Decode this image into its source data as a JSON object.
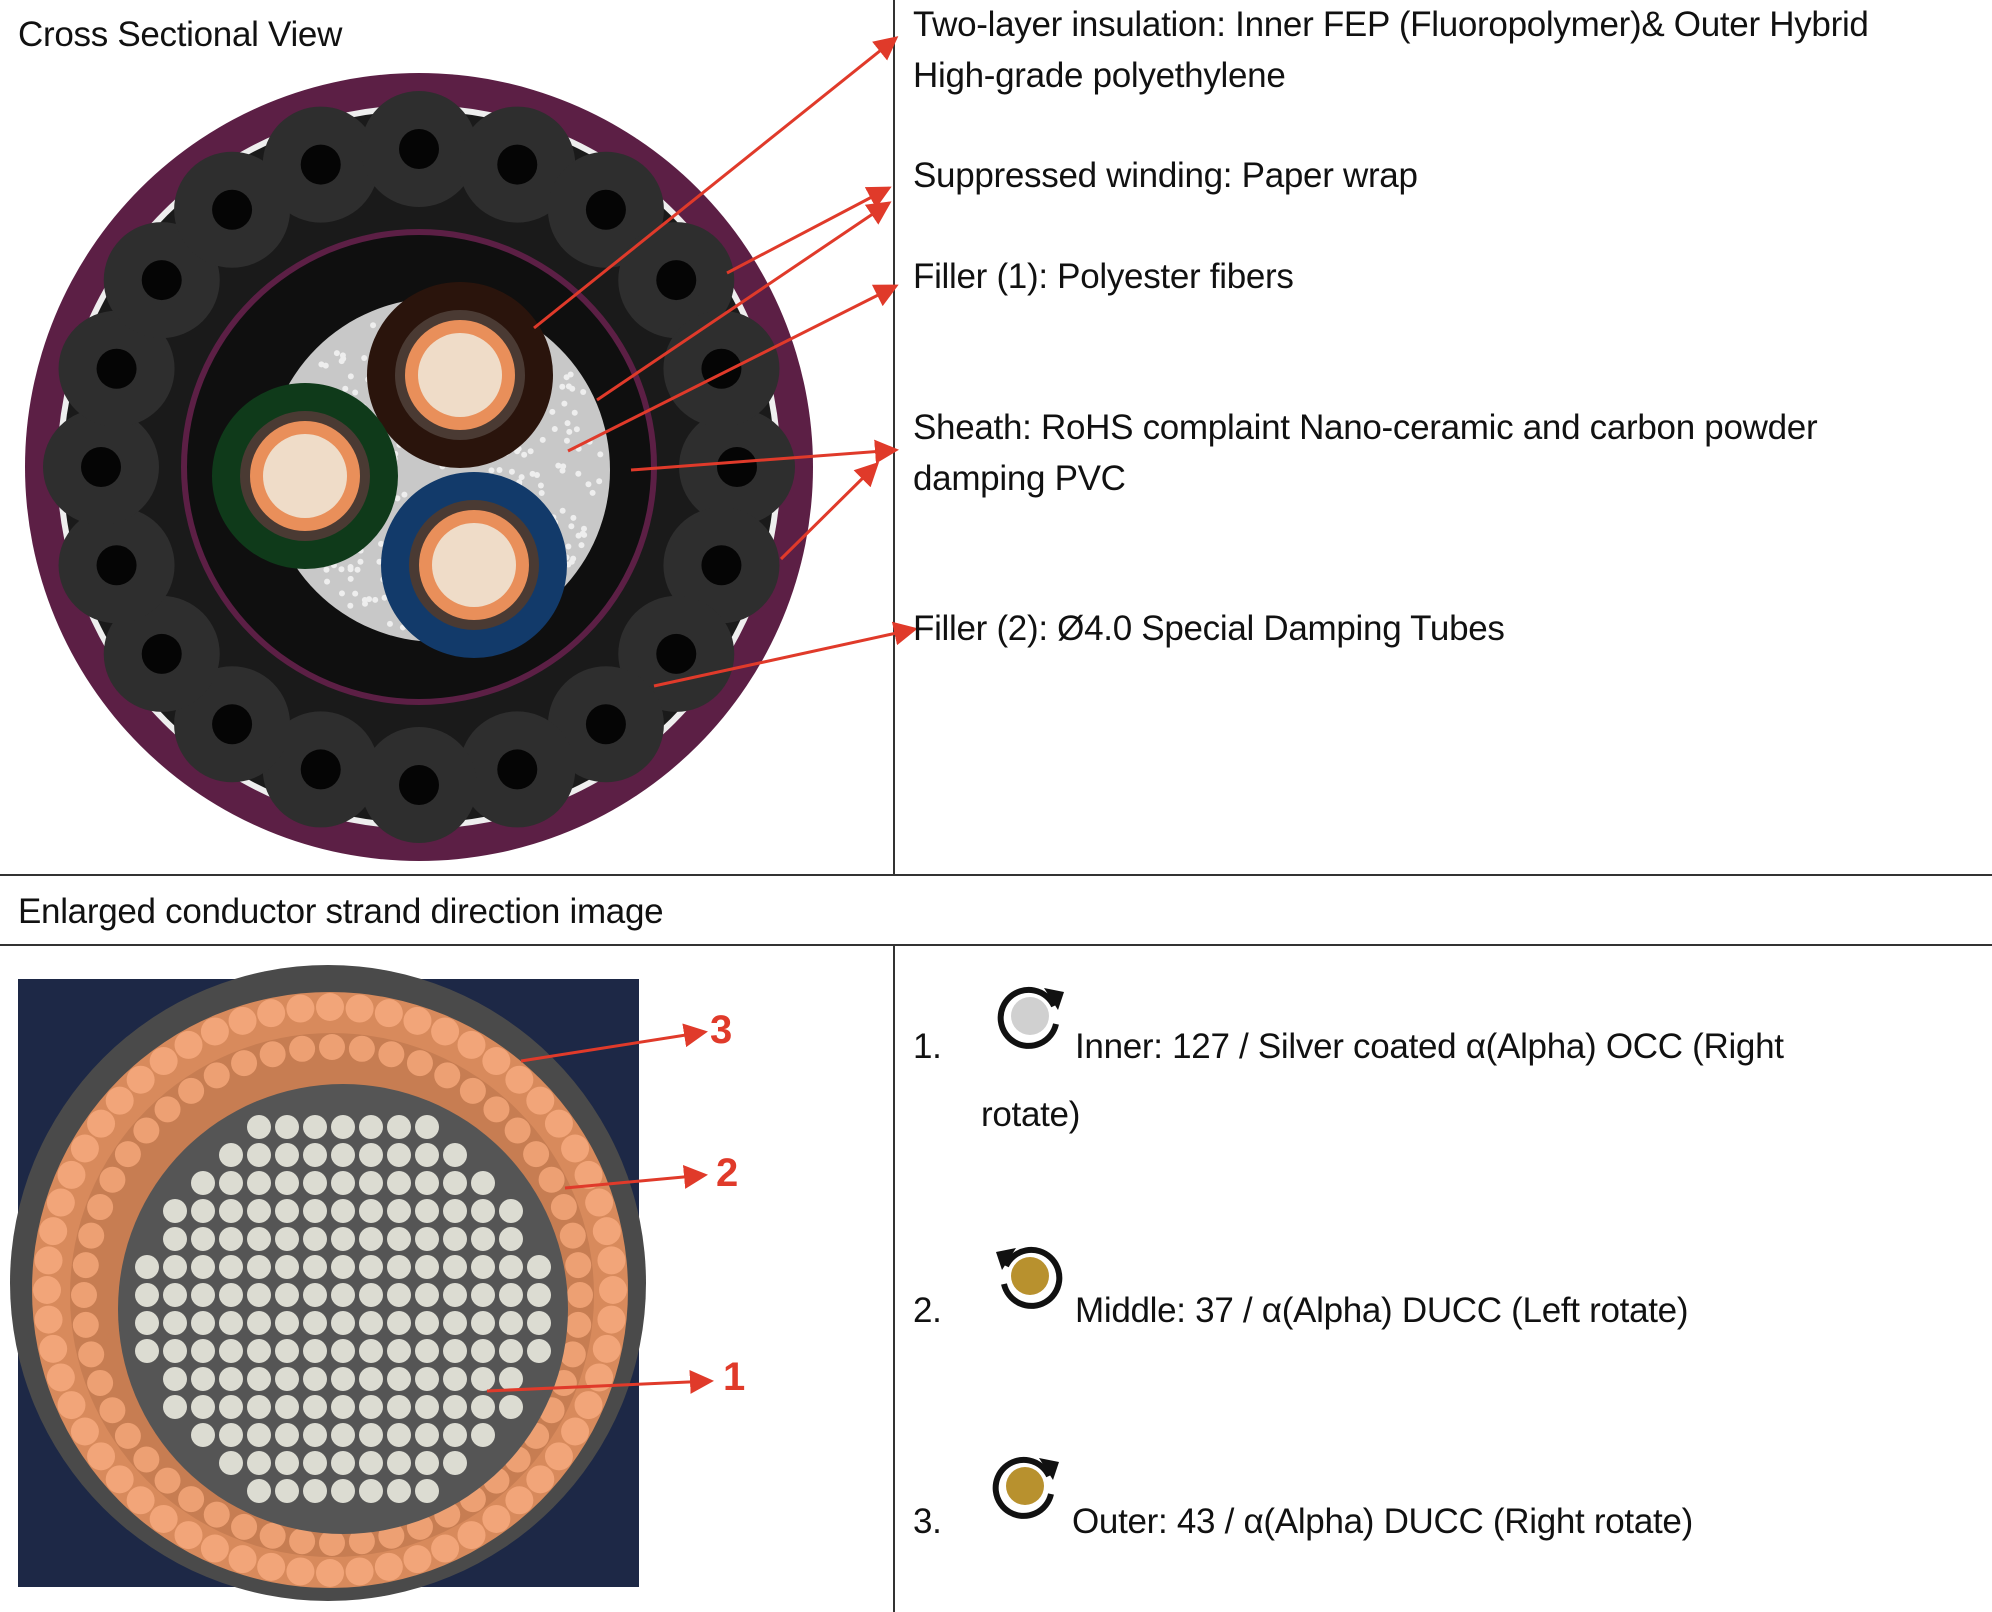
{
  "cross_section": {
    "title": "Cross Sectional View",
    "labels": {
      "insulation_line1": "Two-layer insulation: Inner FEP (Fluoropolymer)& Outer Hybrid",
      "insulation_line2": "High-grade polyethylene",
      "winding": "Suppressed winding: Paper wrap",
      "filler1": "Filler (1): Polyester fibers",
      "sheath_line1": "Sheath: RoHS complaint Nano-ceramic and carbon powder",
      "sheath_line2": "damping PVC",
      "filler2": "Filler (2): Ø4.0 Special Damping Tubes"
    }
  },
  "strand": {
    "title": "Enlarged conductor strand direction image",
    "markers": [
      "3",
      "2",
      "1"
    ],
    "items": [
      {
        "num": "1.",
        "text": "Inner: 127 / Silver coated α(Alpha) OCC (Right",
        "text2": "rotate)",
        "icon": "rotate-right-silver-icon",
        "color": "#d0d0d0"
      },
      {
        "num": "2.",
        "text": "Middle: 37 / α(Alpha) DUCC (Left rotate)",
        "icon": "rotate-left-gold-icon",
        "color": "#b8912e"
      },
      {
        "num": "3.",
        "text": "Outer: 43 / α(Alpha) DUCC (Right rotate)",
        "icon": "rotate-right-gold-icon",
        "color": "#b8912e"
      }
    ]
  },
  "colors": {
    "arrow": "#e03a2a",
    "jacket": "#5c1f45"
  }
}
